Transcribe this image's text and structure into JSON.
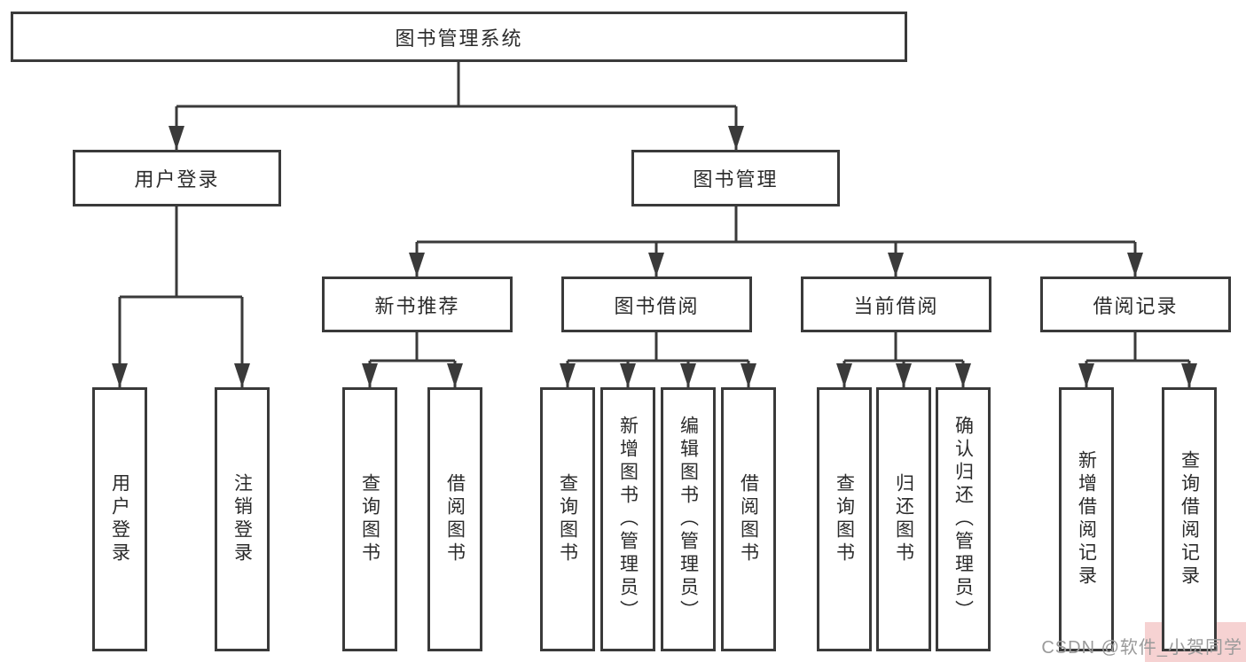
{
  "diagram": {
    "root": {
      "label": "图书管理系统"
    },
    "level2": [
      {
        "label": "用户登录"
      },
      {
        "label": "图书管理"
      }
    ],
    "level3": [
      {
        "label": "新书推荐"
      },
      {
        "label": "图书借阅"
      },
      {
        "label": "当前借阅"
      },
      {
        "label": "借阅记录"
      }
    ],
    "leaves": [
      {
        "label": "用户登录"
      },
      {
        "label": "注销登录"
      },
      {
        "label": "查询图书"
      },
      {
        "label": "借阅图书"
      },
      {
        "label": "查询图书"
      },
      {
        "label": "新增图书（管理员）"
      },
      {
        "label": "编辑图书（管理员）"
      },
      {
        "label": "借阅图书"
      },
      {
        "label": "查询图书"
      },
      {
        "label": "归还图书"
      },
      {
        "label": "确认归还（管理员）"
      },
      {
        "label": "新增借阅记录"
      },
      {
        "label": "查询借阅记录"
      }
    ]
  },
  "watermark": {
    "text": "CSDN @软件_小贺同学"
  },
  "colors": {
    "line": "#3a3a3a",
    "text": "#2b2b2b",
    "background": "#ffffff",
    "watermark_text": "#9a9a9a",
    "watermark_bg": "#f6d2d2"
  }
}
